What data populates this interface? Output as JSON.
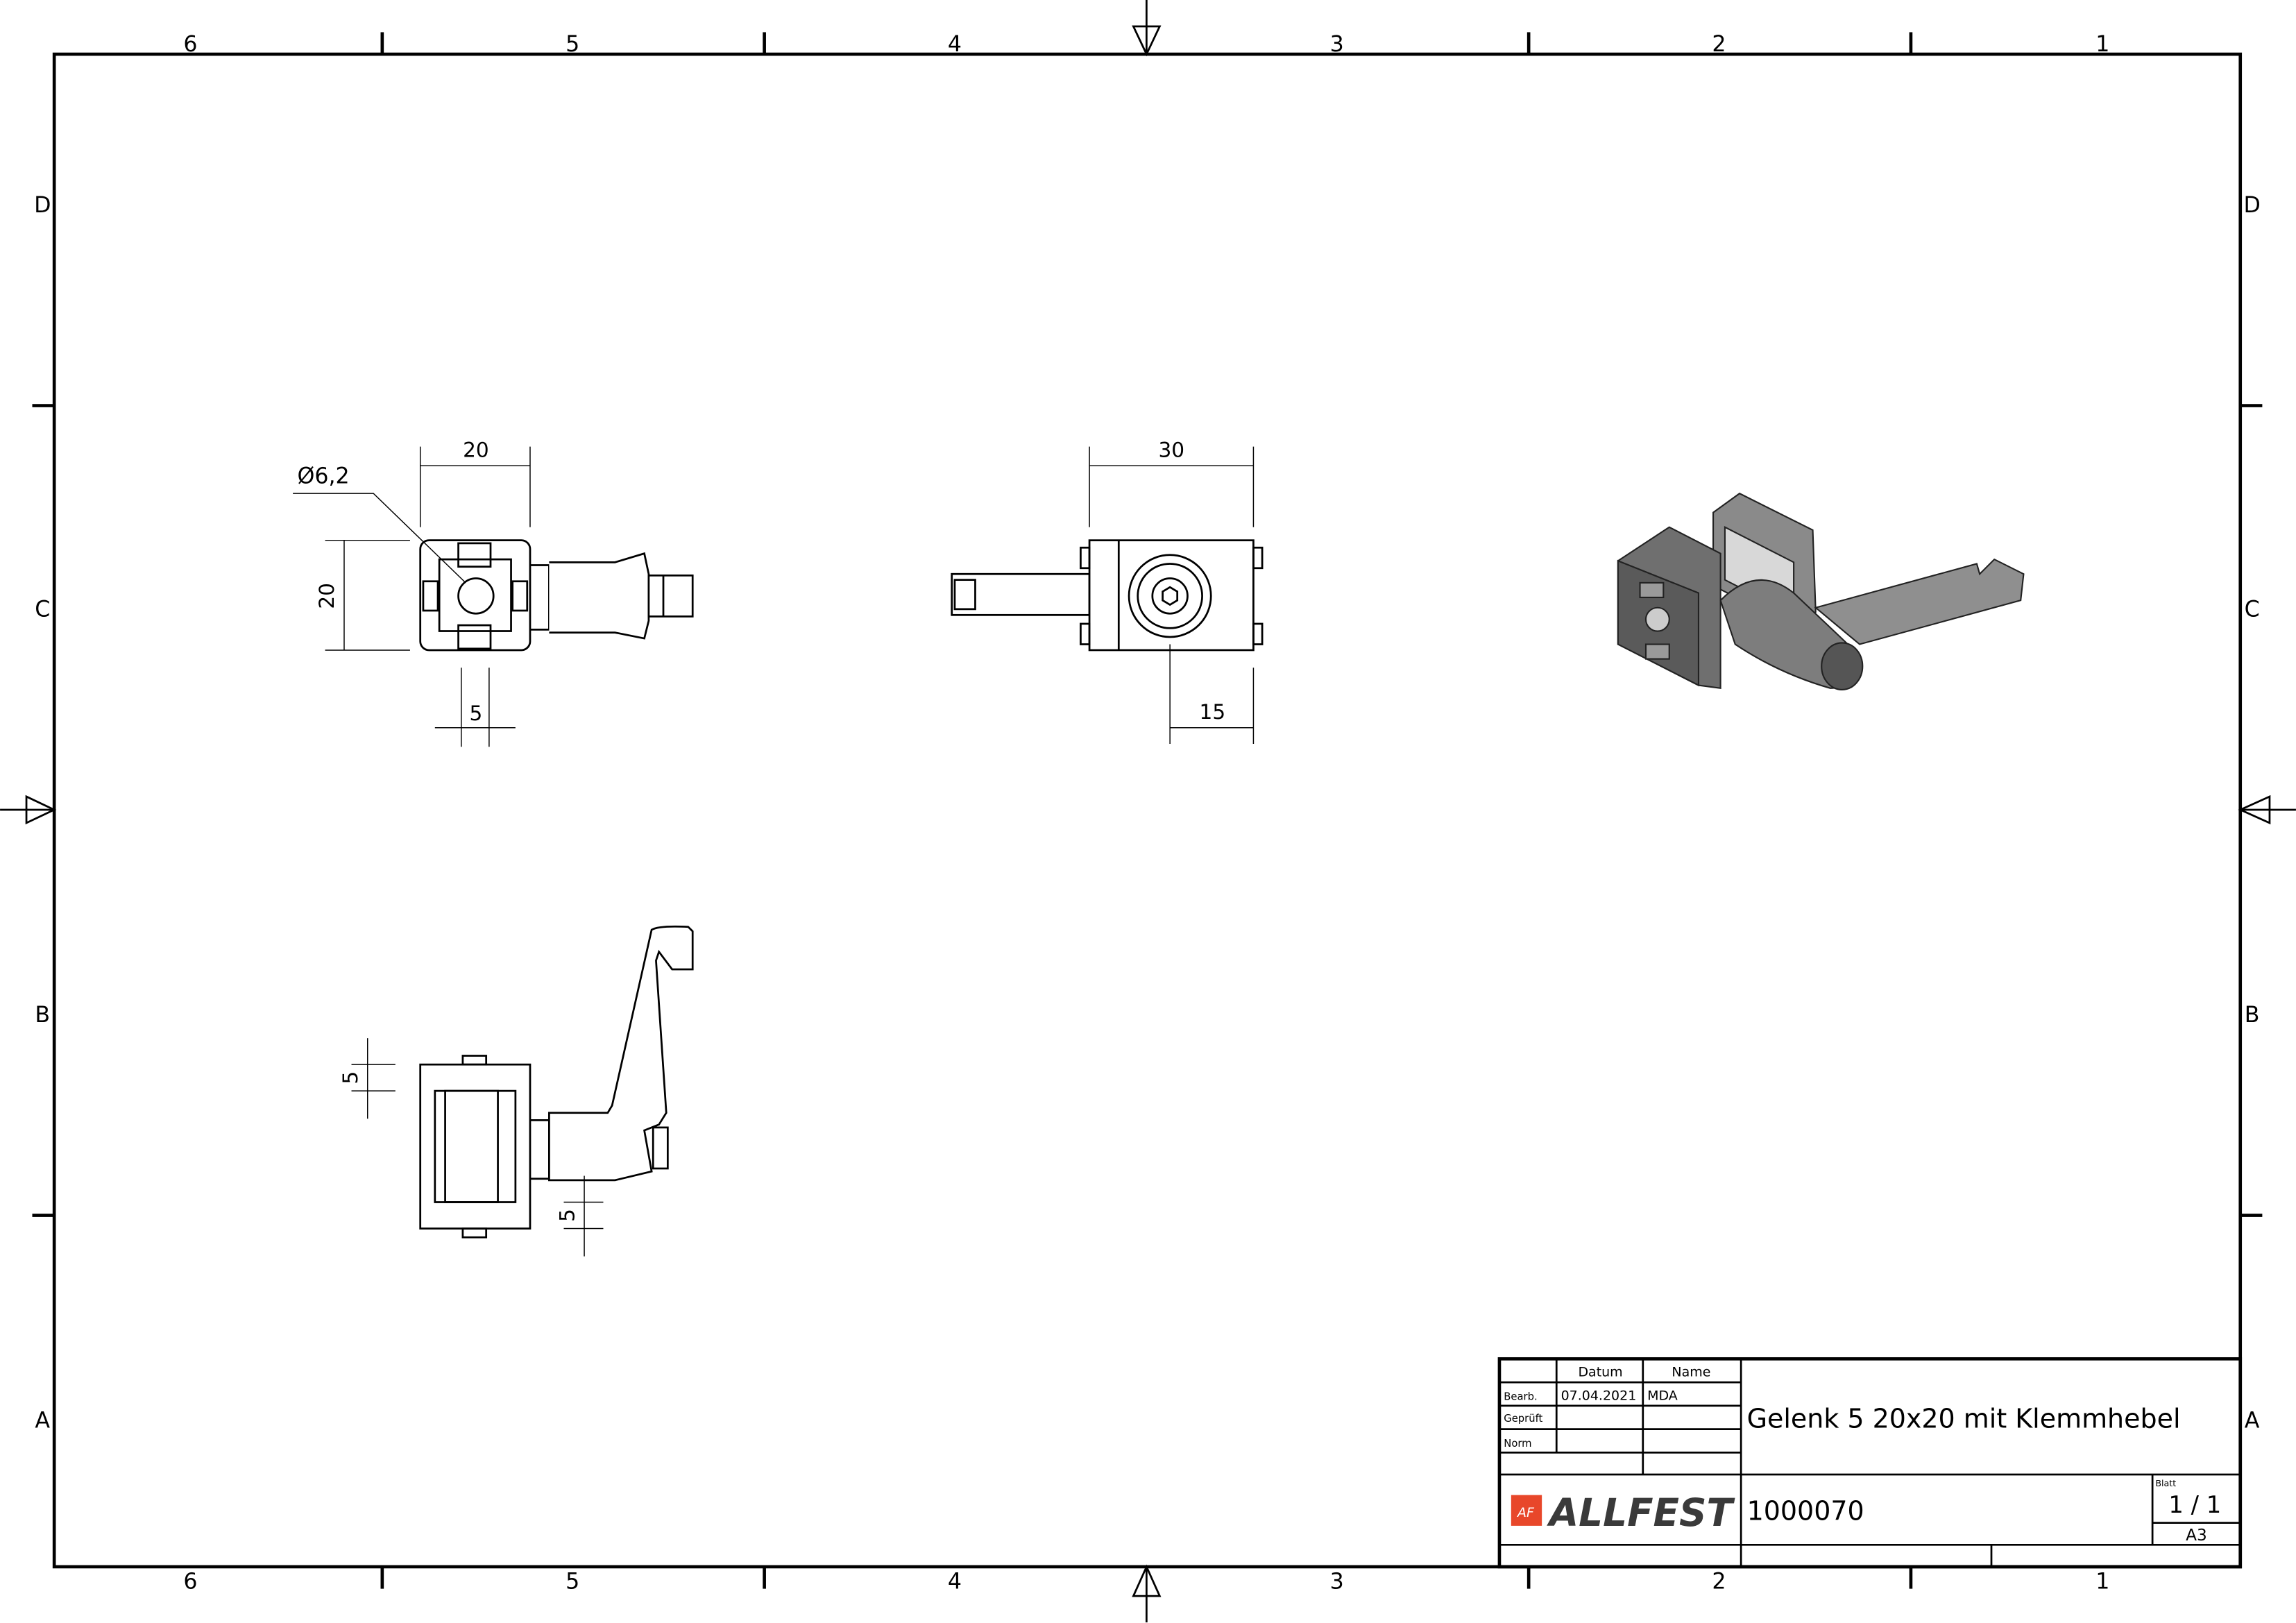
{
  "border": {
    "columns": [
      "6",
      "5",
      "4",
      "3",
      "2",
      "1"
    ],
    "rows": [
      "D",
      "C",
      "B",
      "A"
    ]
  },
  "views": {
    "front": {
      "diameter": "Ø6,2",
      "width": "20",
      "height": "20",
      "offset": "5"
    },
    "side": {
      "width": "30",
      "center": "15"
    },
    "top": {
      "upper_offset": "5",
      "lower_offset": "5"
    }
  },
  "title_block": {
    "header_datum": "Datum",
    "header_name": "Name",
    "row_bearb": "Bearb.",
    "row_geprueft": "Geprüft",
    "row_norm": "Norm",
    "bearb_date": "07.04.2021",
    "bearb_name": "MDA",
    "title": "Gelenk 5 20x20 mit Klemmhebel",
    "part_number": "1000070",
    "blatt_label": "Blatt",
    "sheet": "1 / 1",
    "format": "A3",
    "logo_text": "ALLFEST",
    "logo_mark": "AF",
    "brand_color": "#e8472a"
  }
}
